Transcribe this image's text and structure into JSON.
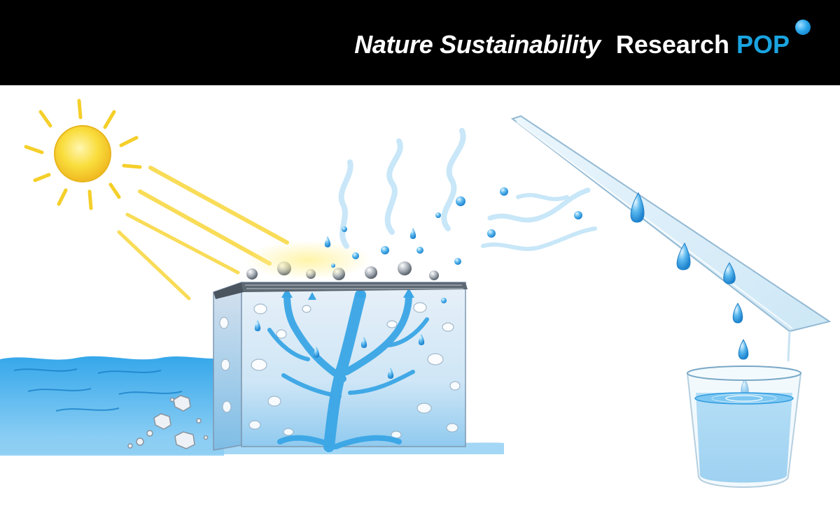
{
  "header": {
    "journal_name": "Nature Sustainability",
    "series_prefix": "Research",
    "series_highlight": "POP"
  },
  "colors": {
    "header_bg": "#000000",
    "accent_blue": "#1aa4e0",
    "water_blue": "#3aa6e6",
    "sun_yellow": "#f8d63a"
  },
  "illustration": {
    "elements": [
      "sun-icon",
      "sunlight-rays",
      "seawater",
      "salt-crystals",
      "porous-evaporator-block",
      "water-channels",
      "photothermal-layer",
      "water-vapor",
      "vapor-droplets",
      "tilted-condenser-glass",
      "condensed-droplets",
      "collection-cup"
    ]
  }
}
